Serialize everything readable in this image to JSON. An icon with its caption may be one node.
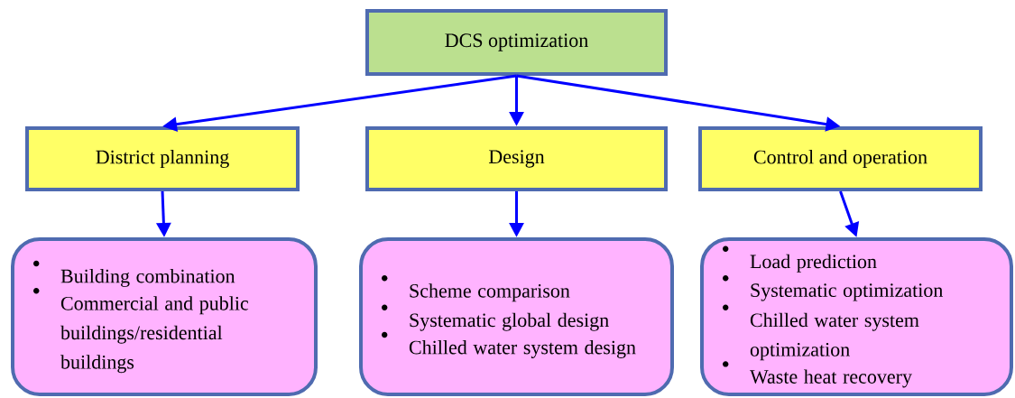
{
  "diagram": {
    "nodes": [
      {
        "text": [
          "DCS optimization"
        ]
      },
      {
        "text": [
          "District planning"
        ]
      },
      {
        "text": [
          "Design"
        ]
      },
      {
        "text": [
          "Control and operation"
        ]
      },
      {
        "text": [
          "Building combination",
          "Commercial and public buildings/residential buildings"
        ]
      },
      {
        "text": [
          "Scheme comparison",
          "Systematic global  design",
          "Chilled water system design"
        ]
      },
      {
        "text": [
          "Load prediction",
          "Systematic optimization",
          "Chilled water system optimization",
          "Waste heat recovery"
        ]
      }
    ],
    "edges": [
      {
        "from": 0,
        "to": 1,
        "arrow": "to"
      },
      {
        "from": 0,
        "to": 2,
        "arrow": "to"
      },
      {
        "from": 0,
        "to": 3,
        "arrow": "to"
      },
      {
        "from": 1,
        "to": 4,
        "arrow": "to"
      },
      {
        "from": 2,
        "to": 5,
        "arrow": "to"
      },
      {
        "from": 3,
        "to": 6,
        "arrow": "to"
      }
    ]
  }
}
